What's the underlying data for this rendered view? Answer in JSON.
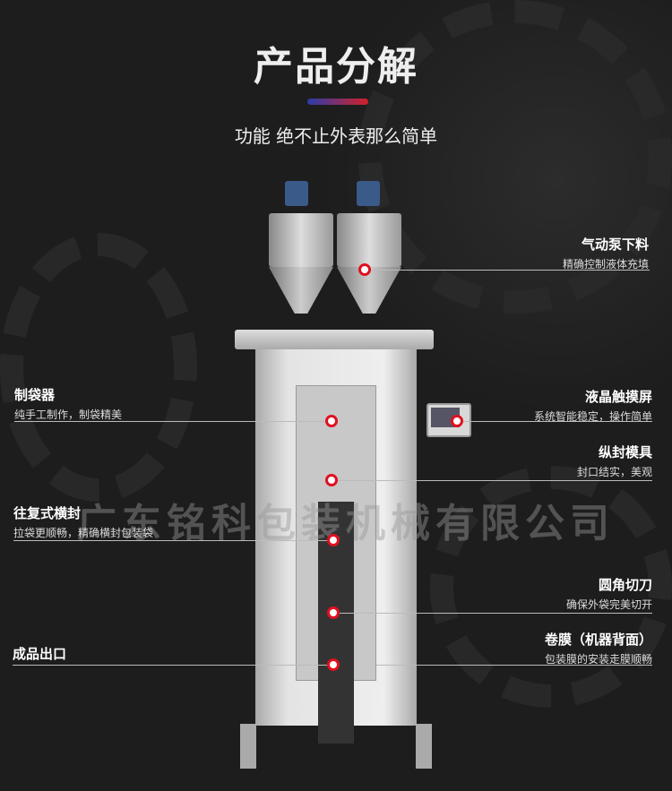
{
  "header": {
    "title": "产品分解",
    "subtitle": "功能 绝不止外表那么简单"
  },
  "watermark": "广东铭科包装机械有限公司",
  "accent": {
    "blue": "#2a3da8",
    "red": "#d4202a"
  },
  "features": [
    {
      "title": "气动泵下料",
      "desc": "精确控制液体充填"
    },
    {
      "title": "制袋器",
      "desc": "纯手工制作，制袋精美"
    },
    {
      "title": "液晶触摸屏",
      "desc": "系统智能稳定，操作简单"
    },
    {
      "title": "纵封模具",
      "desc": "封口结实，美观"
    },
    {
      "title": "往复式横封",
      "desc": "拉袋更顺畅，精确横封包装袋"
    },
    {
      "title": "圆角切刀",
      "desc": "确保外袋完美切开"
    },
    {
      "title": "卷膜（机器背面）",
      "desc": "包装膜的安装走膜顺畅"
    },
    {
      "title": "成品出口",
      "desc": ""
    }
  ]
}
